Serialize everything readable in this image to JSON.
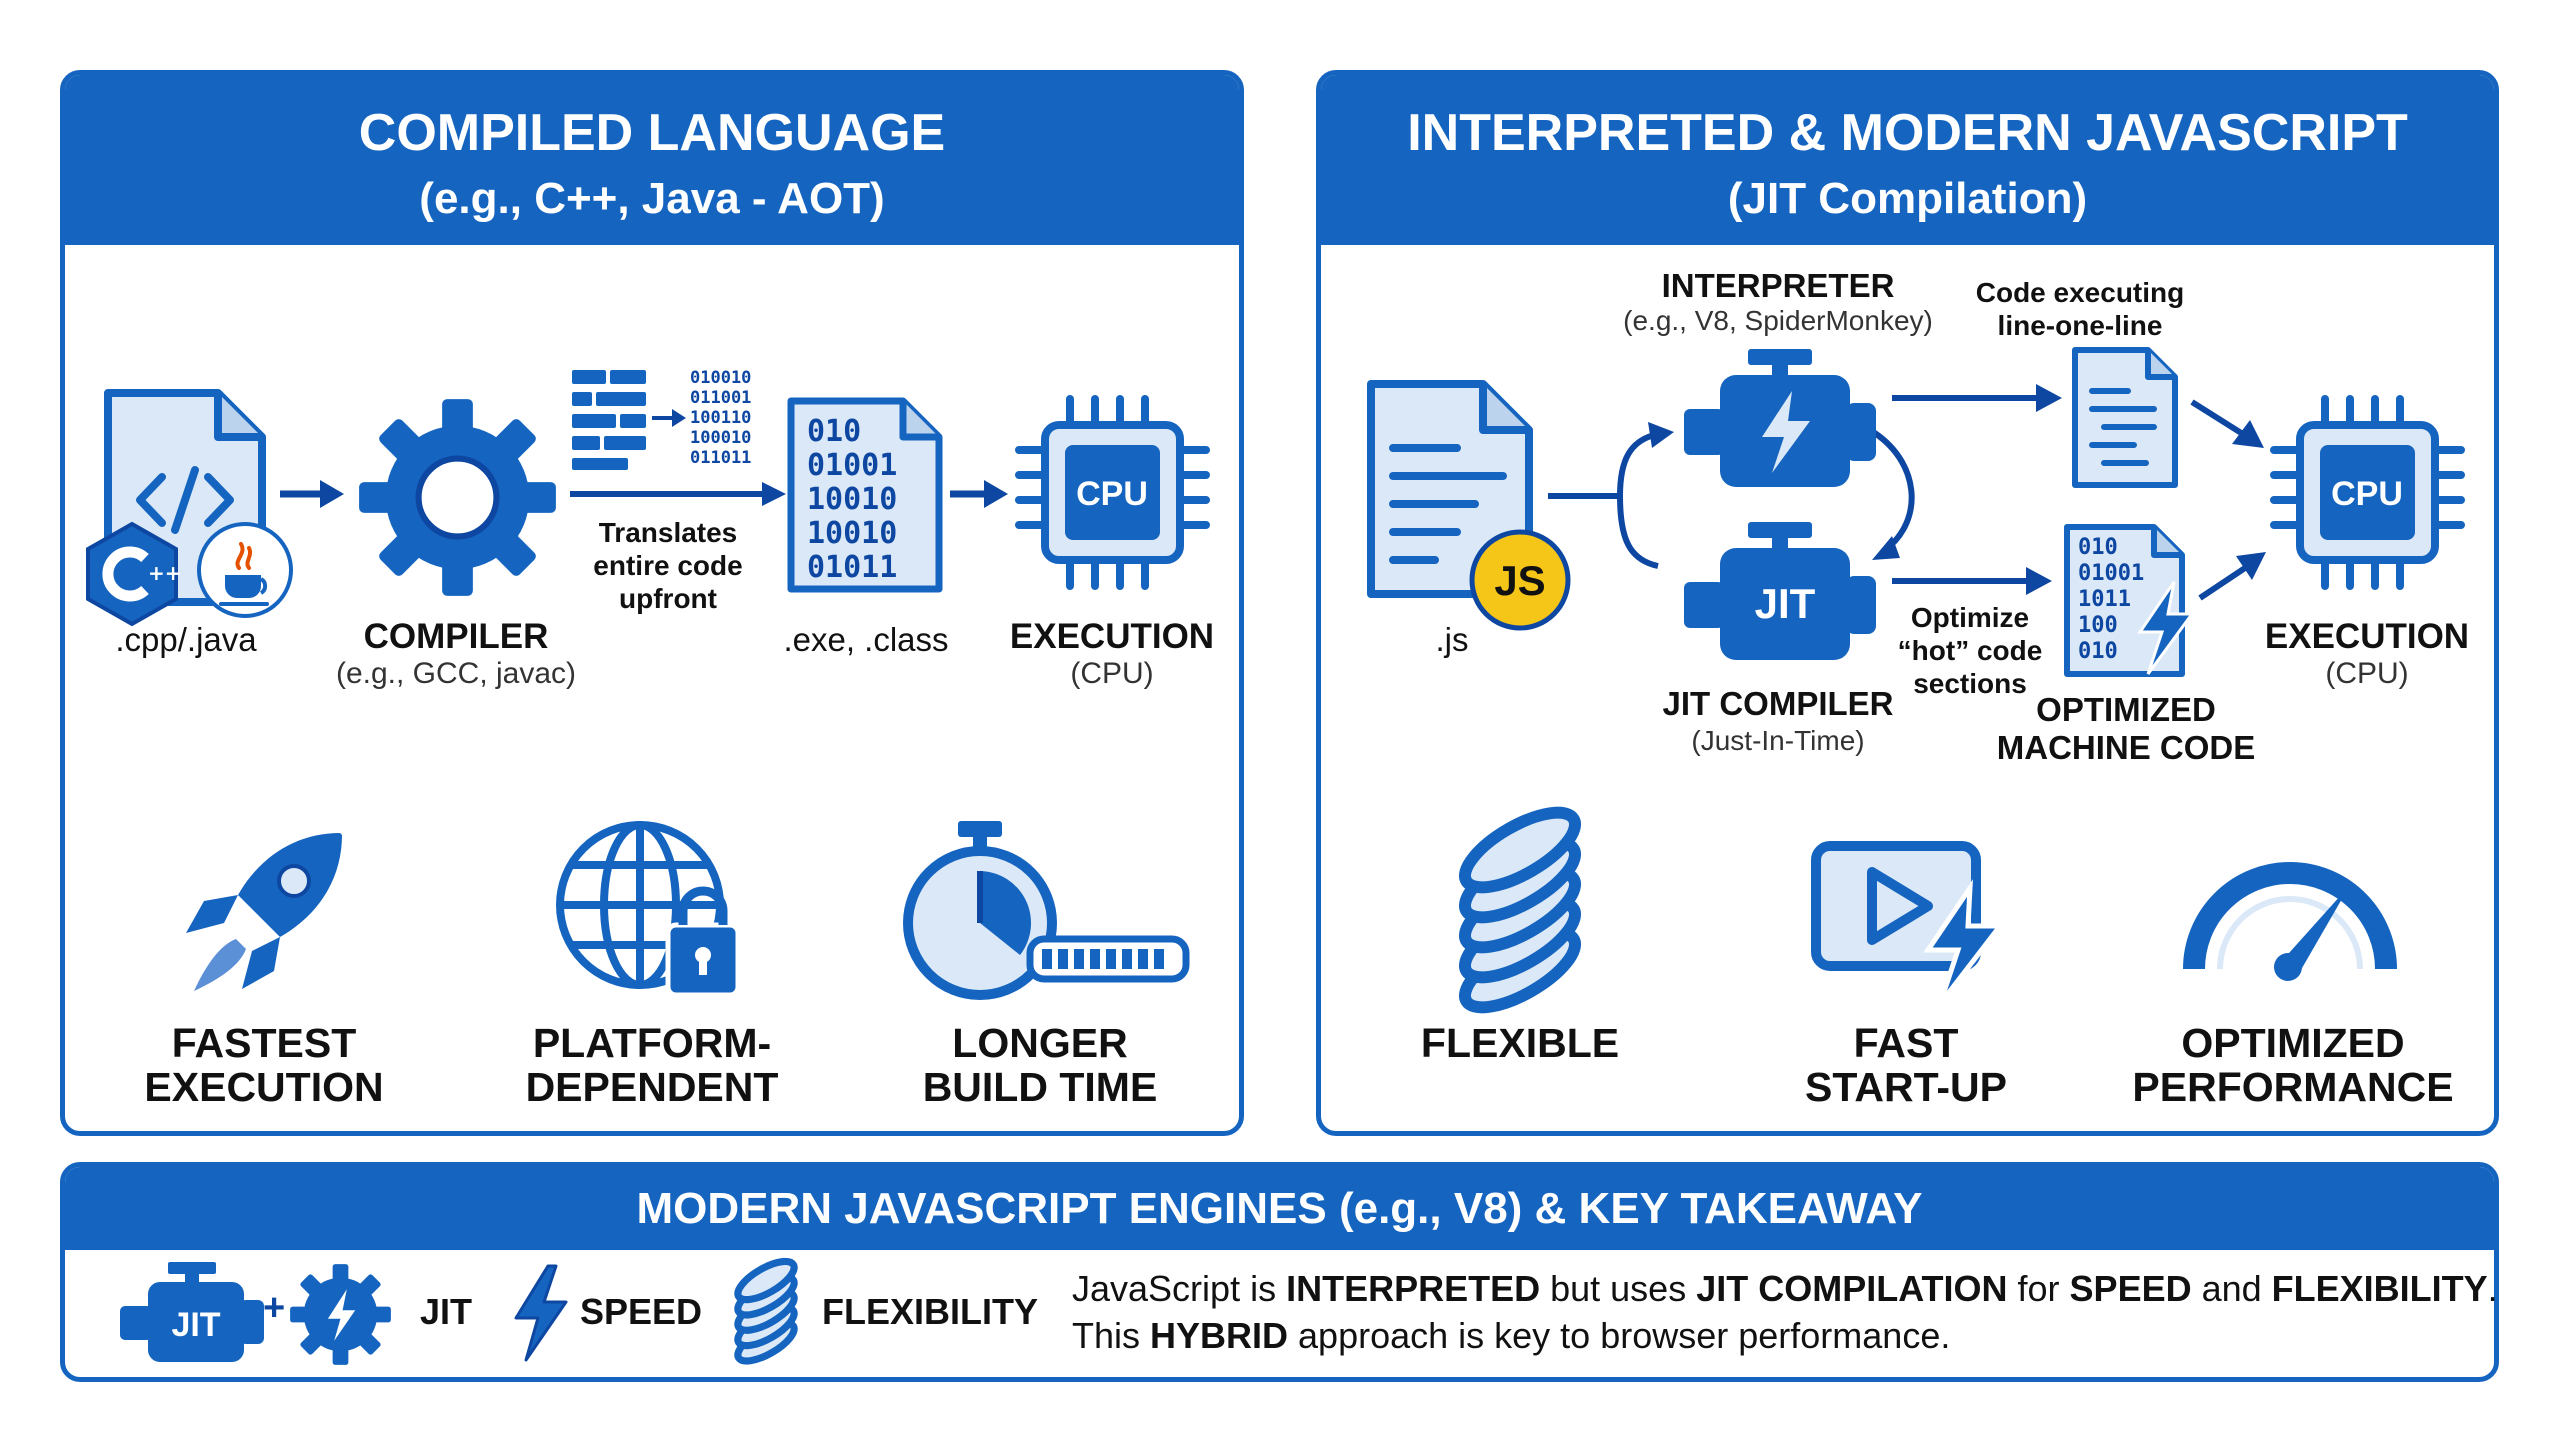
{
  "left": {
    "title": "COMPILED LANGUAGE",
    "subtitle": "(e.g., C++, Java - AOT)",
    "source_label": ".cpp/.java",
    "compiler_label": "COMPILER",
    "compiler_sub": "(e.g., GCC, javac)",
    "translate_line1": "Translates",
    "translate_line2": "entire code",
    "translate_line3": "upfront",
    "binary_lines": [
      "010010",
      "011001",
      "100110",
      "100010",
      "011011"
    ],
    "file_binary_lines": [
      "010",
      "01001",
      "10010",
      "10010",
      "01011"
    ],
    "exe_label": ".exe, .class",
    "execution_label": "EXECUTION",
    "execution_sub": "(CPU)",
    "cpu_text": "CPU",
    "features": [
      {
        "line1": "FASTEST",
        "line2": "EXECUTION",
        "icon": "rocket-icon"
      },
      {
        "line1": "PLATFORM-",
        "line2": "DEPENDENT",
        "icon": "globe-lock-icon"
      },
      {
        "line1": "LONGER",
        "line2": "BUILD TIME",
        "icon": "stopwatch-icon"
      }
    ]
  },
  "right": {
    "title": "INTERPRETED & MODERN JAVASCRIPT",
    "subtitle": "(JIT Compilation)",
    "js_badge": "JS",
    "source_label": ".js",
    "interpreter_label": "INTERPRETER",
    "interpreter_sub": "(e.g., V8, SpiderMonkey)",
    "code_exec_line1": "Code executing",
    "code_exec_line2": "line-one-line",
    "jit_engine_text": "JIT",
    "jit_label": "JIT COMPILER",
    "jit_sub": "(Just-In-Time)",
    "optimize_line1": "Optimize",
    "optimize_line2": "“hot” code",
    "optimize_line3": "sections",
    "opt_binary_lines": [
      "010",
      "01001",
      "1011",
      "100",
      "010"
    ],
    "opt_label_line1": "OPTIMIZED",
    "opt_label_line2": "MACHINE CODE",
    "execution_label": "EXECUTION",
    "execution_sub": "(CPU)",
    "cpu_text": "CPU",
    "features": [
      {
        "line1": "FLEXIBLE",
        "line2": "",
        "icon": "spring-icon"
      },
      {
        "line1": "FAST",
        "line2": "START-UP",
        "icon": "play-bolt-icon"
      },
      {
        "line1": "OPTIMIZED",
        "line2": "PERFORMANCE",
        "icon": "gauge-icon"
      }
    ]
  },
  "bottom": {
    "title": "MODERN JAVASCRIPT ENGINES (e.g., V8) & KEY TAKEAWAY",
    "engine_text": "JIT",
    "plus": "+",
    "jit_label": "JIT",
    "speed_label": "SPEED",
    "flex_label": "FLEXIBILITY",
    "takeaway_line1": [
      {
        "text": "JavaScript is ",
        "bold": false
      },
      {
        "text": "INTERPRETED",
        "bold": true
      },
      {
        "text": " but uses ",
        "bold": false
      },
      {
        "text": "JIT COMPILATION",
        "bold": true
      },
      {
        "text": " for ",
        "bold": false
      },
      {
        "text": "SPEED",
        "bold": true
      },
      {
        "text": " and ",
        "bold": false
      },
      {
        "text": "FLEXIBILITY",
        "bold": true
      },
      {
        "text": ".",
        "bold": false
      }
    ],
    "takeaway_line2": [
      {
        "text": "This ",
        "bold": false
      },
      {
        "text": "HYBRID",
        "bold": true
      },
      {
        "text": " approach is key to browser performance.",
        "bold": false
      }
    ]
  },
  "colors": {
    "primary": "#1565c0",
    "dark": "#0d47a1",
    "light_fill": "#dbe8f7",
    "js_badge": "#f5c518"
  }
}
